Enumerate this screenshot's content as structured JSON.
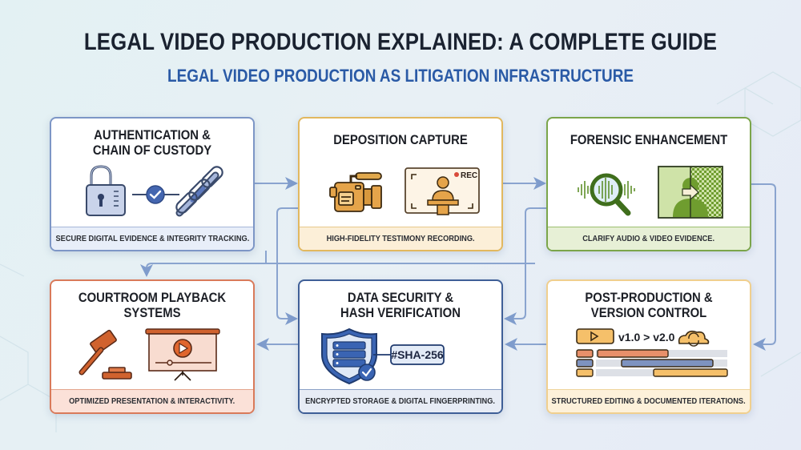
{
  "header": {
    "title": "LEGAL VIDEO PRODUCTION EXPLAINED: A COMPLETE GUIDE",
    "subtitle": "LEGAL VIDEO PRODUCTION AS LITIGATION INFRASTRUCTURE"
  },
  "colors": {
    "title": "#1a2230",
    "subtitle": "#2a5aa6",
    "connector": "#7f9ccc",
    "blue": "#7d96c6",
    "gold": "#e2b85f",
    "green": "#7ba54a",
    "orange": "#d97a5a",
    "navy": "#3f5f97",
    "amber": "#f0cf8e"
  },
  "cards": [
    {
      "id": "authentication",
      "title_line1": "AUTHENTICATION &",
      "title_line2": "CHAIN OF CUSTODY",
      "icons": [
        "padlock-icon",
        "checkmark-icon",
        "chain-link-icon"
      ],
      "footer": "SECURE DIGITAL EVIDENCE & INTEGRITY TRACKING."
    },
    {
      "id": "deposition",
      "title_line1": "DEPOSITION CAPTURE",
      "icons": [
        "video-camera-icon",
        "recording-monitor-icon"
      ],
      "rec_label": "REC",
      "footer": "HIGH-FIDELITY TESTIMONY RECORDING."
    },
    {
      "id": "forensic",
      "title_line1": "FORENSIC ENHANCEMENT",
      "icons": [
        "audio-magnifier-icon",
        "image-enhance-icon"
      ],
      "footer": "CLARIFY AUDIO & VIDEO EVIDENCE."
    },
    {
      "id": "courtroom",
      "title_line1": "COURTROOM PLAYBACK",
      "title_line2": "SYSTEMS",
      "icons": [
        "gavel-icon",
        "projector-screen-icon"
      ],
      "footer": "OPTIMIZED PRESENTATION & INTERACTIVITY."
    },
    {
      "id": "datasecurity",
      "title_line1": "DATA SECURITY &",
      "title_line2": "HASH VERIFICATION",
      "icons": [
        "shield-server-icon",
        "hash-tag-icon"
      ],
      "hash_label": "#SHA-256",
      "footer": "ENCRYPTED STORAGE & DIGITAL FINGERPRINTING."
    },
    {
      "id": "postproduction",
      "title_line1": "POST-PRODUCTION &",
      "title_line2": "VERSION CONTROL",
      "icons": [
        "play-button-icon",
        "cloud-sync-icon",
        "timeline-icon"
      ],
      "version_label": "v1.0 > v2.0",
      "footer": "STRUCTURED EDITING & DOCUMENTED ITERATIONS."
    }
  ]
}
